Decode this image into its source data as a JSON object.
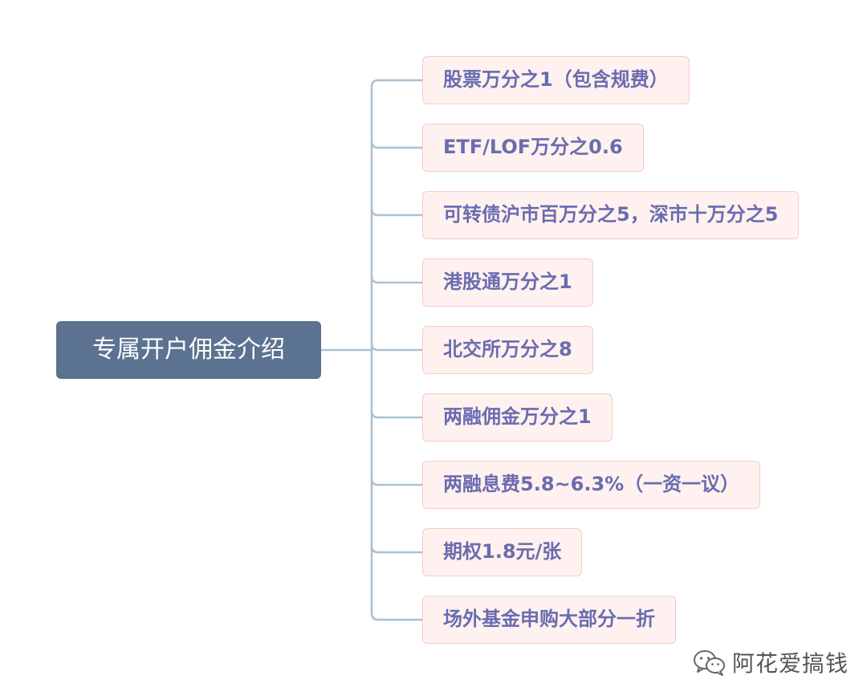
{
  "mindmap": {
    "root": {
      "label": "专属开户佣金介绍"
    },
    "branches": [
      {
        "label": "股票万分之1（包含规费）"
      },
      {
        "label": "ETF/LOF万分之0.6"
      },
      {
        "label": "可转债沪市百万分之5，深市十万分之5"
      },
      {
        "label": "港股通万分之1"
      },
      {
        "label": "北交所万分之8"
      },
      {
        "label": "两融佣金万分之1"
      },
      {
        "label": "两融息费5.8~6.3%（一资一议）"
      },
      {
        "label": "期权1.8元/张"
      },
      {
        "label": "场外基金申购大部分一折"
      }
    ]
  },
  "watermark": {
    "text": "阿花爱搞钱",
    "icon": "wechat-icon"
  },
  "colors": {
    "root_fill": "#5b7290",
    "branch_fill": "#fff1ef",
    "branch_border": "#f2cdc6",
    "branch_text": "#6a6cb0",
    "connector": "#a9c1d1"
  }
}
